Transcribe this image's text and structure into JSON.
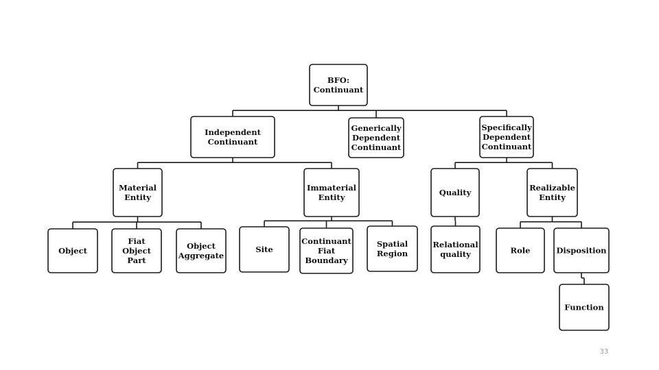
{
  "diagram": {
    "nodes": [
      {
        "id": "continuant",
        "lines": [
          "BFO:",
          "Continuant"
        ]
      },
      {
        "id": "independent",
        "lines": [
          "Independent",
          "Continuant"
        ]
      },
      {
        "id": "generically",
        "lines": [
          "Generically",
          "Dependent",
          "Continuant"
        ]
      },
      {
        "id": "specifically",
        "lines": [
          "Specifically",
          "Dependent",
          "Continuant"
        ]
      },
      {
        "id": "material",
        "lines": [
          "Material",
          "Entity"
        ]
      },
      {
        "id": "immaterial",
        "lines": [
          "Immaterial",
          "Entity"
        ]
      },
      {
        "id": "quality",
        "lines": [
          "Quality"
        ]
      },
      {
        "id": "realizable",
        "lines": [
          "Realizable",
          "Entity"
        ]
      },
      {
        "id": "object",
        "lines": [
          "Object"
        ]
      },
      {
        "id": "fiat-object-part",
        "lines": [
          "Fiat",
          "Object",
          "Part"
        ]
      },
      {
        "id": "object-aggregate",
        "lines": [
          "Object",
          "Aggregate"
        ]
      },
      {
        "id": "site",
        "lines": [
          "Site"
        ]
      },
      {
        "id": "continuant-fiat-boundary",
        "lines": [
          "Continuant",
          "Fiat",
          "Boundary"
        ]
      },
      {
        "id": "spatial-region",
        "lines": [
          "Spatial",
          "Region"
        ]
      },
      {
        "id": "relational-quality",
        "lines": [
          "Relational",
          "quality"
        ]
      },
      {
        "id": "role",
        "lines": [
          "Role"
        ]
      },
      {
        "id": "disposition",
        "lines": [
          "Disposition"
        ]
      },
      {
        "id": "function",
        "lines": [
          "Function"
        ]
      }
    ],
    "edges": [
      {
        "from": "continuant",
        "to": "independent"
      },
      {
        "from": "continuant",
        "to": "generically"
      },
      {
        "from": "continuant",
        "to": "specifically"
      },
      {
        "from": "independent",
        "to": "material"
      },
      {
        "from": "independent",
        "to": "immaterial"
      },
      {
        "from": "specifically",
        "to": "quality"
      },
      {
        "from": "specifically",
        "to": "realizable"
      },
      {
        "from": "material",
        "to": "object"
      },
      {
        "from": "material",
        "to": "fiat-object-part"
      },
      {
        "from": "material",
        "to": "object-aggregate"
      },
      {
        "from": "immaterial",
        "to": "site"
      },
      {
        "from": "immaterial",
        "to": "continuant-fiat-boundary"
      },
      {
        "from": "immaterial",
        "to": "spatial-region"
      },
      {
        "from": "quality",
        "to": "relational-quality"
      },
      {
        "from": "realizable",
        "to": "role"
      },
      {
        "from": "realizable",
        "to": "disposition"
      },
      {
        "from": "disposition",
        "to": "function"
      }
    ]
  },
  "footer": {
    "page_number": "33"
  }
}
